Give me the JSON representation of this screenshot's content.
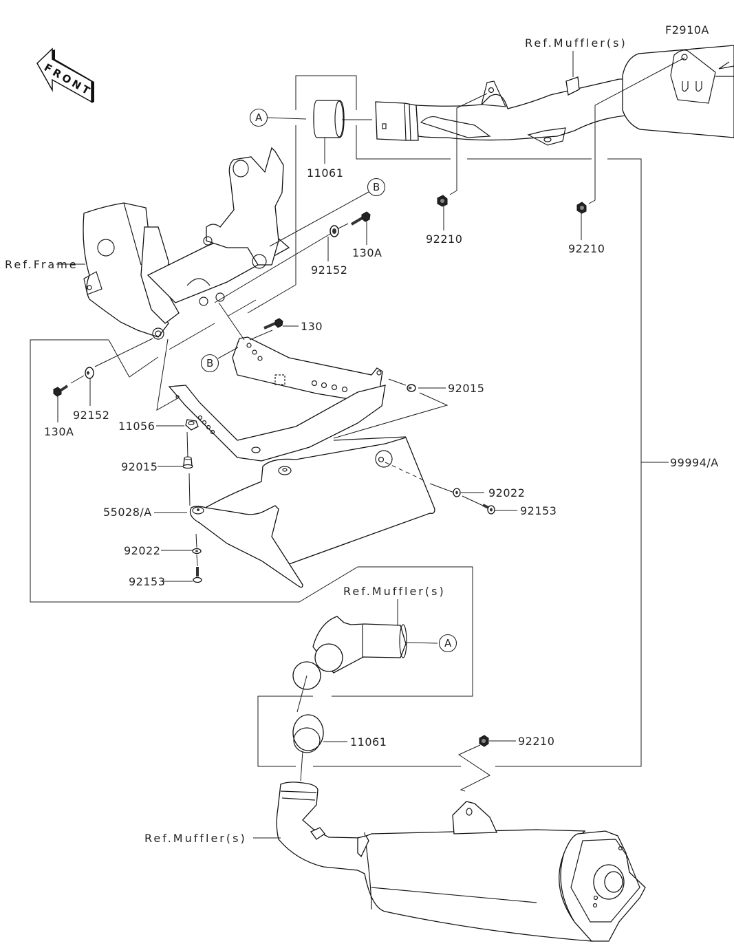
{
  "diagram": {
    "code": "F2910A",
    "direction_label": "FRONT",
    "references": {
      "muffler_top": "Ref.Muffler(s)",
      "muffler_mid": "Ref.Muffler(s)",
      "muffler_bottom": "Ref.Muffler(s)",
      "frame": "Ref.Frame"
    },
    "markers": {
      "a_top": "A",
      "a_mid": "A",
      "b_top": "B",
      "b_mid": "B"
    },
    "parts": {
      "p11061_top": "11061",
      "p11061_bottom": "11061",
      "p92210_left": "92210",
      "p92210_right": "92210",
      "p92210_bottom": "92210",
      "p130A_top": "130A",
      "p130A_left": "130A",
      "p92152_top": "92152",
      "p92152_left": "92152",
      "p130": "130",
      "p92015_right": "92015",
      "p92015_left": "92015",
      "p11056": "11056",
      "p55028A": "55028/A",
      "p92022_right": "92022",
      "p92022_left": "92022",
      "p92153_right": "92153",
      "p92153_left": "92153",
      "p99994A": "99994/A"
    }
  }
}
